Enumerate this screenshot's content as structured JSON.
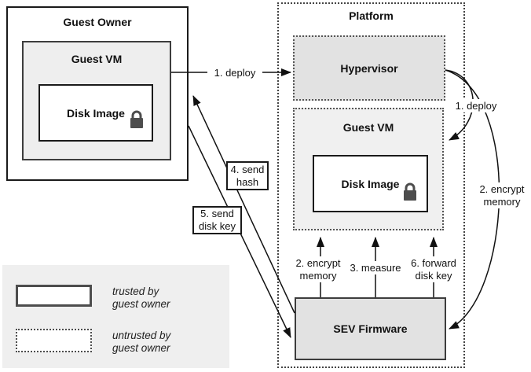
{
  "boxes": {
    "guest_owner": "Guest Owner",
    "guest_vm_left": "Guest VM",
    "disk_image_left": "Disk Image",
    "platform": "Platform",
    "hypervisor": "Hypervisor",
    "guest_vm_right": "Guest VM",
    "disk_image_right": "Disk Image",
    "sev_firmware": "SEV Firmware"
  },
  "arrow_labels": {
    "deploy_left": "1. deploy",
    "deploy_right": "1. deploy",
    "encrypt_memory_right": "2. encrypt\nmemory",
    "send_hash": "4. send\nhash",
    "send_disk_key": "5. send\ndisk key",
    "encrypt_memory_bottom": "2. encrypt\nmemory",
    "measure": "3. measure",
    "forward_disk_key": "6. forward\ndisk key"
  },
  "legend": {
    "trusted": "trusted by\nguest owner",
    "untrusted": "untrusted by\nguest owner"
  },
  "colors": {
    "box_fill_gray": "#e2e2e2",
    "box_fill_light_gray": "#f0f0f0",
    "legend_fill": "#efefef",
    "line_color": "#111111",
    "lock_color": "#4d4d4d"
  }
}
